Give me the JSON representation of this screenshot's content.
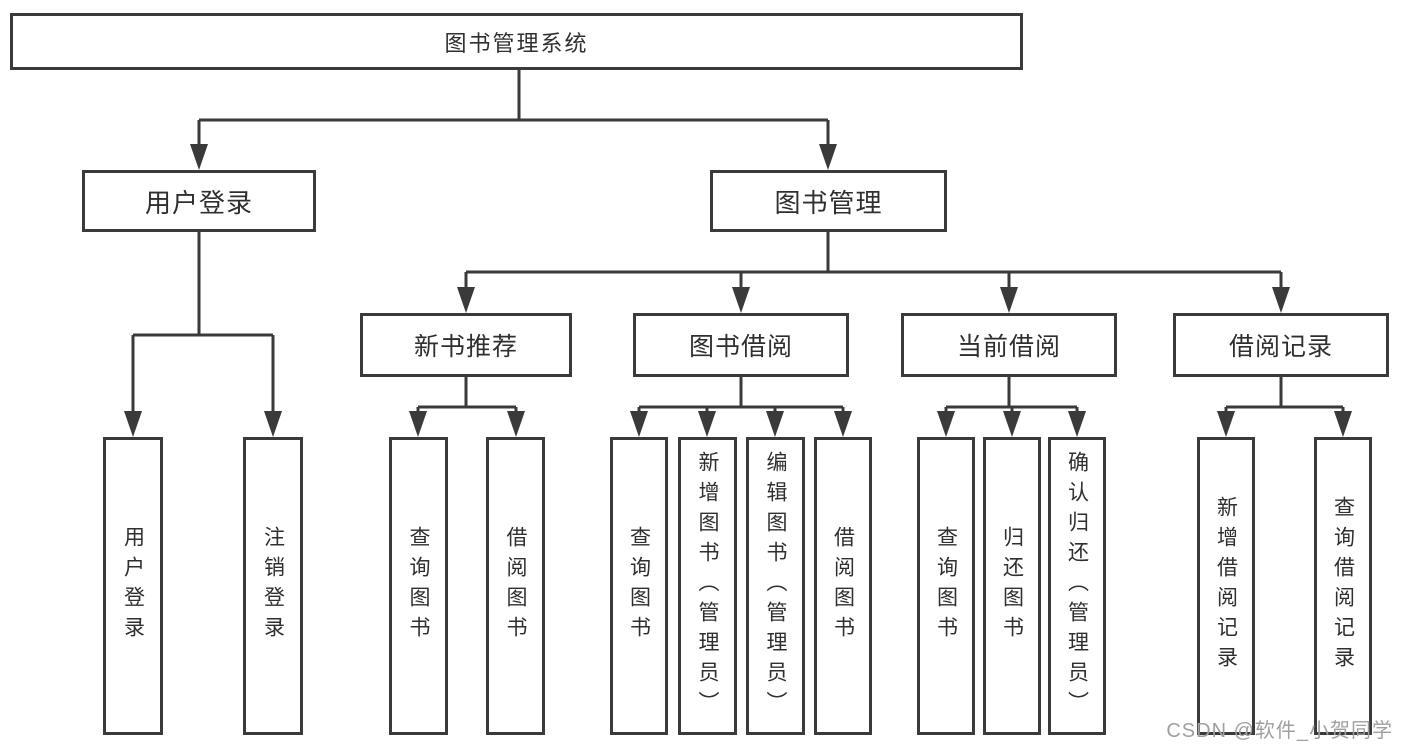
{
  "diagram": {
    "root": {
      "label": "图书管理系统"
    },
    "level2": [
      {
        "label": "用户登录"
      },
      {
        "label": "图书管理"
      }
    ],
    "level3": [
      {
        "label": "新书推荐"
      },
      {
        "label": "图书借阅"
      },
      {
        "label": "当前借阅"
      },
      {
        "label": "借阅记录"
      }
    ],
    "leaves": {
      "user_login": [
        "用户登录",
        "注销登录"
      ],
      "new_book": [
        "查询图书",
        "借阅图书"
      ],
      "borrow": [
        "查询图书",
        "新增图书（管理员）",
        "编辑图书（管理员）",
        "借阅图书"
      ],
      "current": [
        "查询图书",
        "归还图书",
        "确认归还（管理员）"
      ],
      "records": [
        "新增借阅记录",
        "查询借阅记录"
      ]
    }
  },
  "watermark": {
    "text": "CSDN @软件_小贺同学"
  },
  "colors": {
    "line": "#3a3a3a",
    "text": "#2f2f2f",
    "watermark": "#a0a0a0",
    "background": "#ffffff"
  }
}
